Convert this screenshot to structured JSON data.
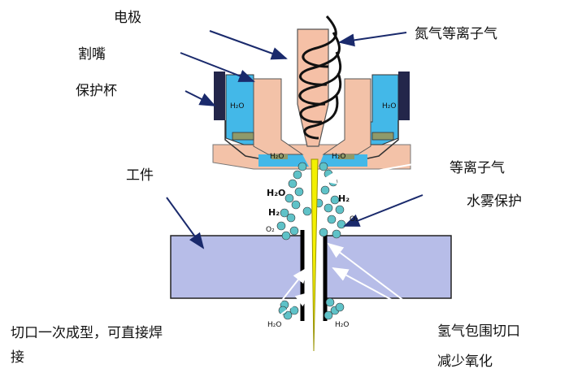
{
  "labels": {
    "electrode": "电极",
    "nozzle": "割嘴",
    "cup": "保护杯",
    "workpiece": "工件",
    "nitrogen_plasma": "氮气等离子气",
    "plasma": "等离子气",
    "water_mist": "水雾保护",
    "cut_line1": "切口一次成型，可直接焊",
    "cut_line2": "接",
    "h2_line1": "氢气包围切口",
    "h2_line2": "减少氧化"
  },
  "molecules": {
    "h2o": "H₂O",
    "h2": "H₂",
    "o2": "O₂"
  },
  "colors": {
    "electrode": "#f5c0a6",
    "water": "#43b8e8",
    "workpiece": "#b7bde8",
    "arc": "#f3f000",
    "droplet": "#5fc2c8"
  }
}
